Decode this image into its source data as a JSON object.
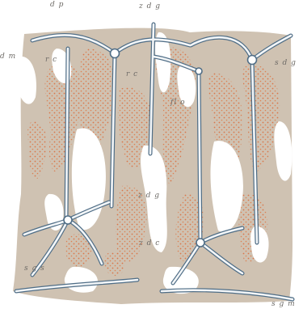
{
  "figure": {
    "labels": {
      "top_left": "d p",
      "top_center": "z d g",
      "left_edge": "d m",
      "upper_left_inner": "r c",
      "center_inner": "r c",
      "center_right": "fl o",
      "right_edge": "s d g",
      "center_mid": "z d g",
      "center_lower": "z d c",
      "lower_left": "s g s",
      "bottom_right": "s g m"
    },
    "colors": {
      "background": "#ffffff",
      "matrix": "#cfc2b2",
      "dots": "#d9774a",
      "spicule_fill": "#f3f6f8",
      "spicule_stroke": "#4f6d86"
    }
  }
}
